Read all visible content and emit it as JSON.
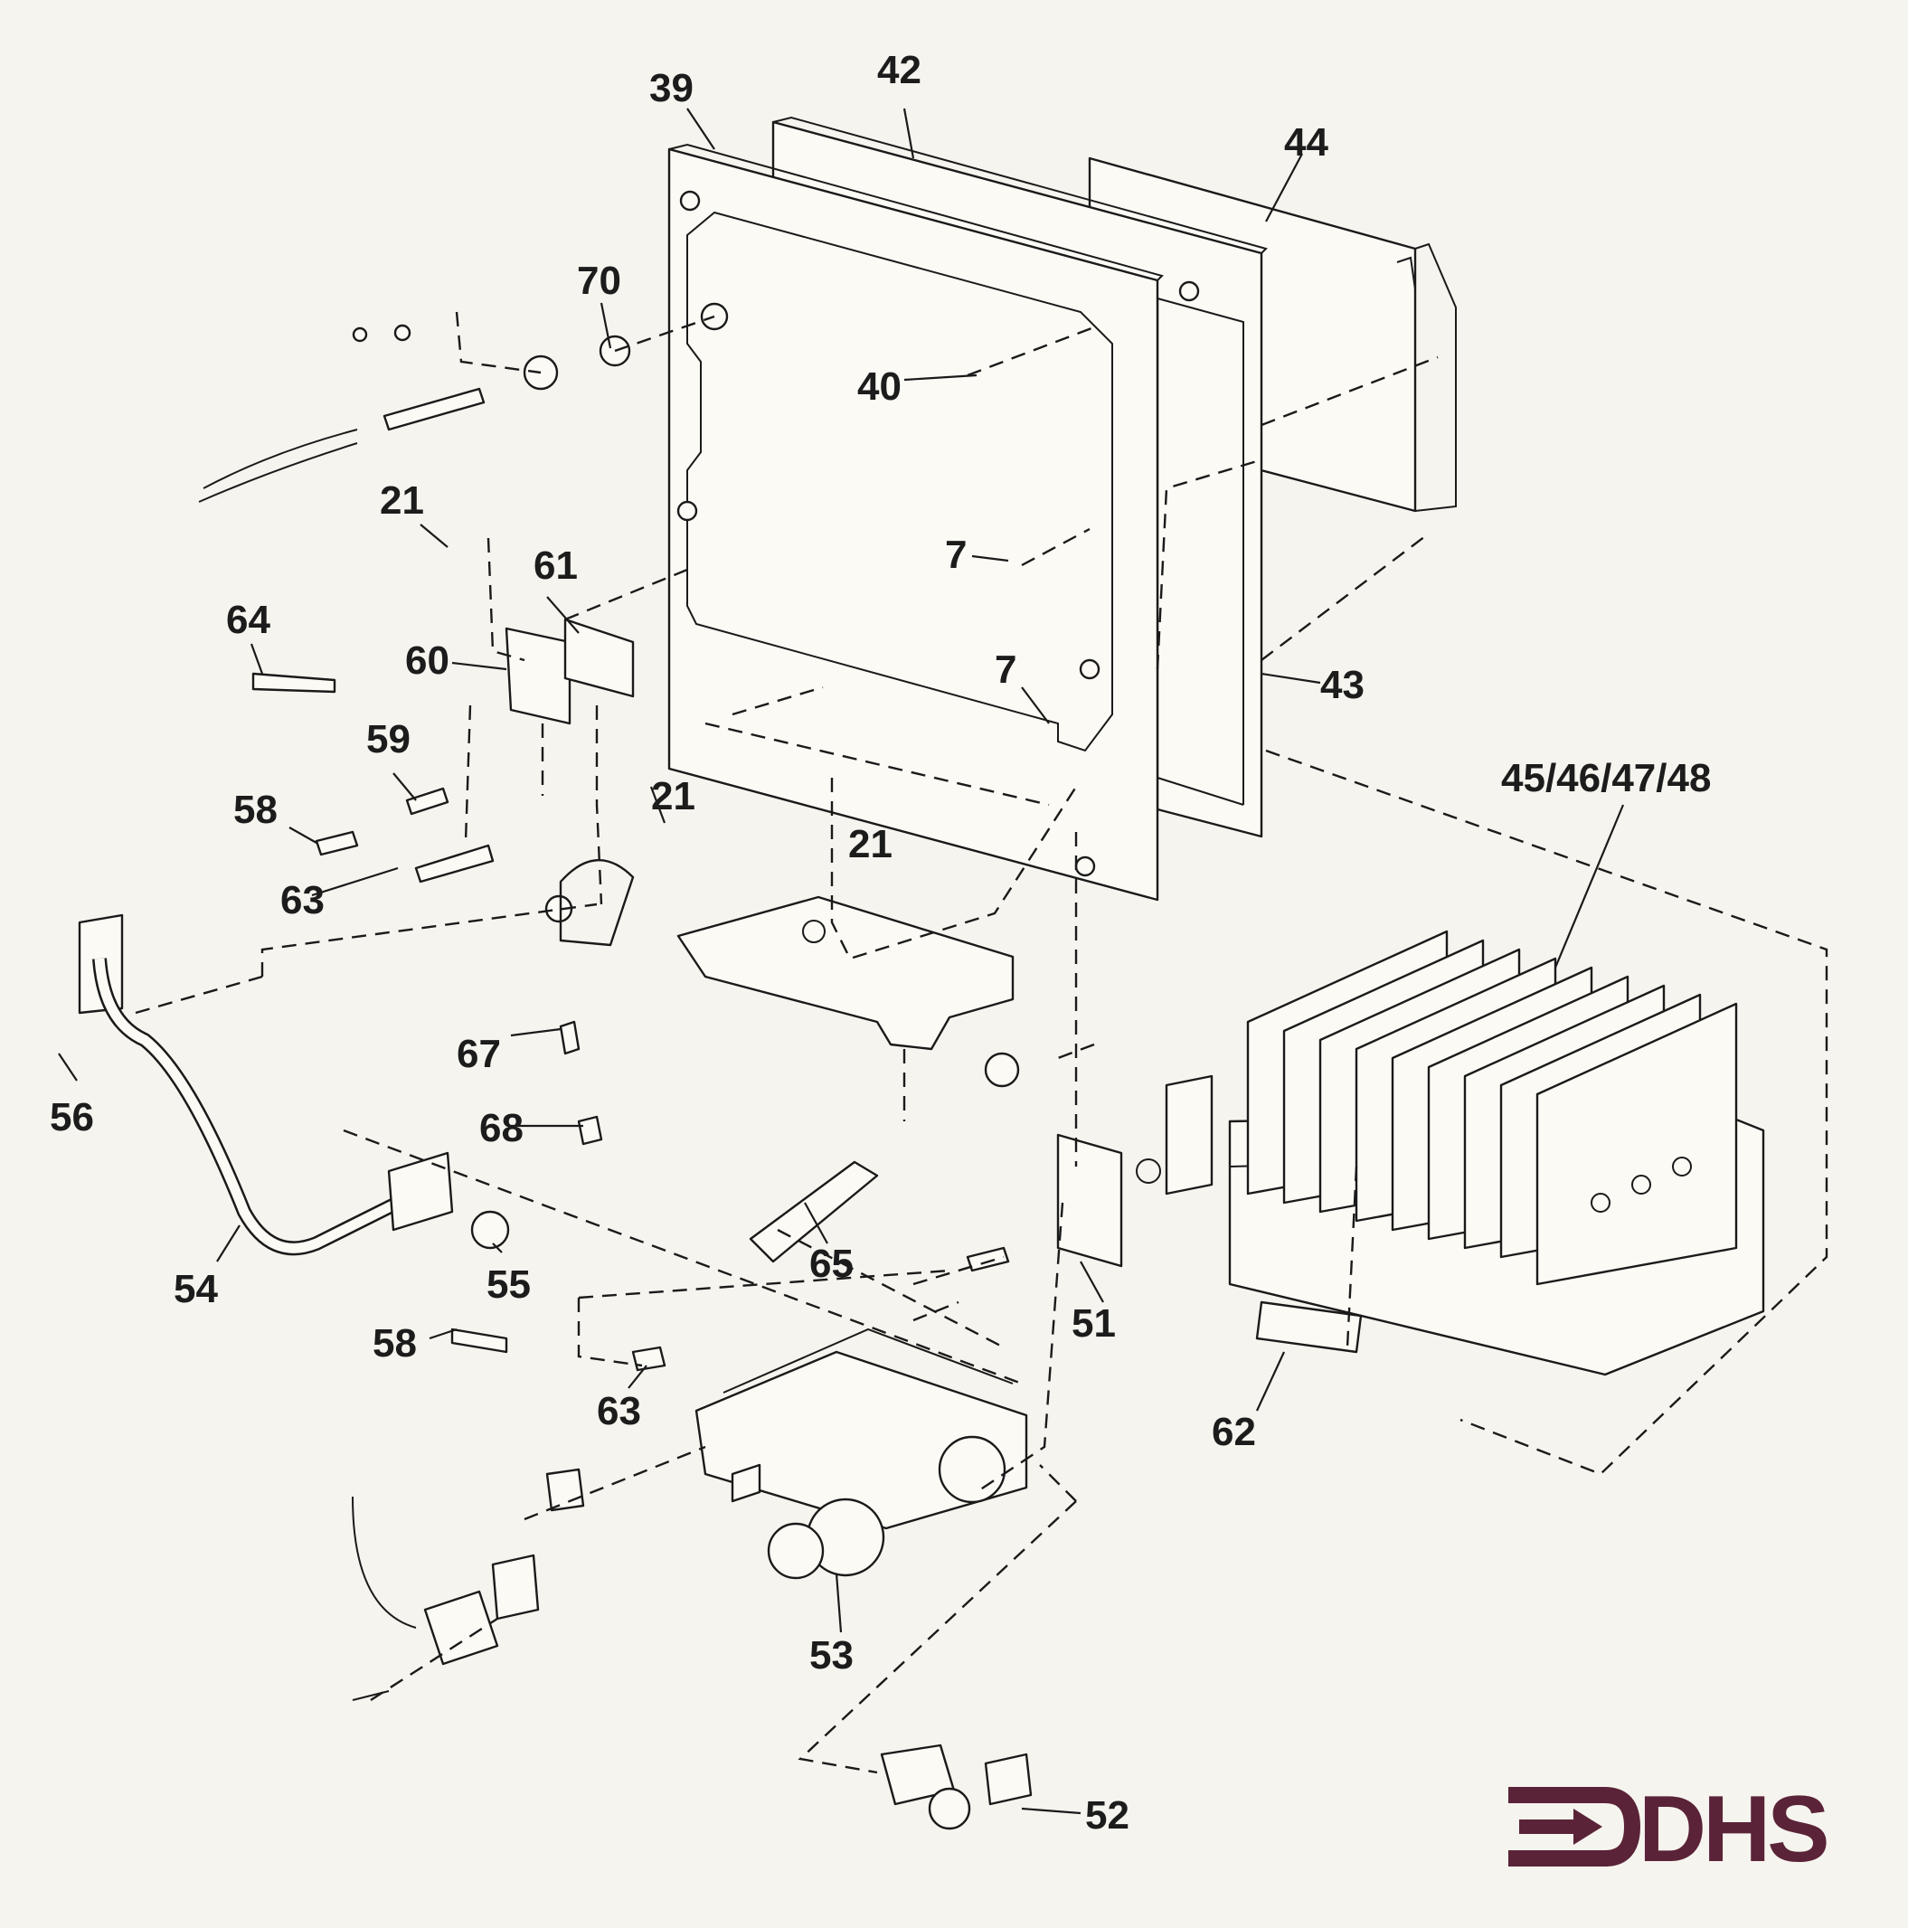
{
  "callouts": {
    "c39": "39",
    "c42": "42",
    "c44": "44",
    "c70": "70",
    "c40": "40",
    "c21a": "21",
    "c61": "61",
    "c64": "64",
    "c60": "60",
    "c7a": "7",
    "c7b": "7",
    "c43": "43",
    "c59": "59",
    "c21b": "21",
    "c58a": "58",
    "c63a": "63",
    "c21c": "21",
    "c45_48": "45/46/47/48",
    "c67": "67",
    "c56": "56",
    "c68": "68",
    "c65": "65",
    "c51": "51",
    "c54": "54",
    "c55": "55",
    "c58b": "58",
    "c63b": "63",
    "c62": "62",
    "c53": "53",
    "c52": "52"
  },
  "logo": {
    "text": "DHS",
    "color": "#5a2338"
  }
}
